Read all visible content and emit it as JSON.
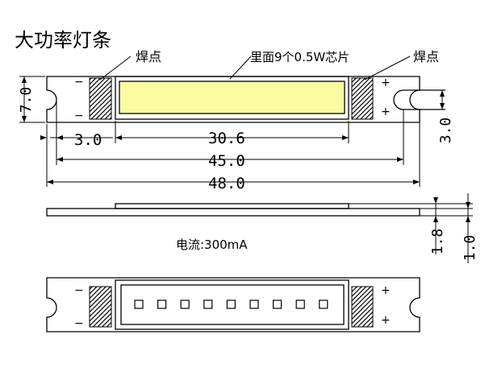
{
  "title": "大功率灯条",
  "callouts": {
    "solder_left": "焊点",
    "solder_right": "焊点",
    "chips": "里面9个0.5W芯片"
  },
  "dimensions": {
    "height": "7.0",
    "hole_offset": "3.0",
    "emitter_length": "30.6",
    "pitch": "45.0",
    "total_length": "48.0",
    "hole_diameter": "3.0",
    "side_thickness": "1.8",
    "board_thickness": "1.0"
  },
  "current": "电流:300mA",
  "polarity": {
    "minus": "−",
    "plus": "+"
  },
  "chip_count": 9
}
